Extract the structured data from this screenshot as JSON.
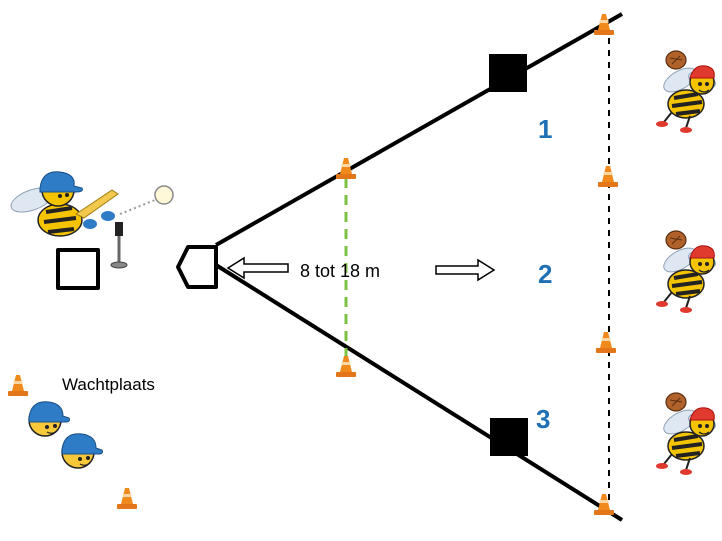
{
  "distance_label": "8 tot 18 m",
  "waiting_label": "Wachtplaats",
  "zones": [
    {
      "number": "1"
    },
    {
      "number": "2"
    },
    {
      "number": "3"
    }
  ],
  "colors": {
    "zone_number": "#1f6fb5",
    "cone": "#f08a1c",
    "green_dash": "#7cc242",
    "cap_blue": "#2e7cc6",
    "cap_red": "#e03a2e",
    "bee_yellow": "#f5c400"
  }
}
